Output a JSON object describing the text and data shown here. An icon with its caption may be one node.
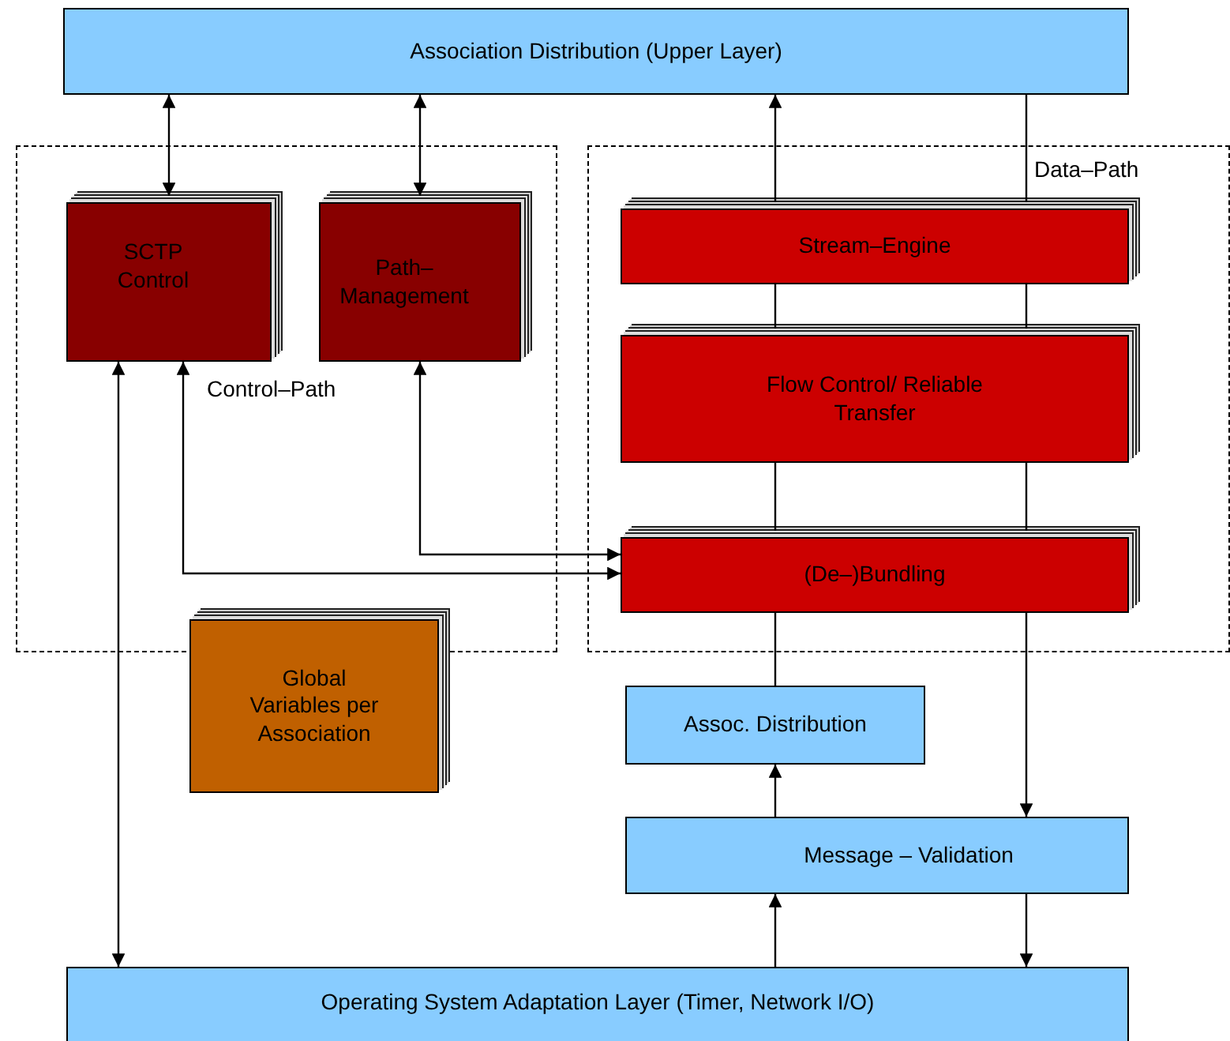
{
  "diagram": {
    "nodes": [
      {
        "text": [
          "Association Distribution (Upper Layer)"
        ]
      },
      {
        "text": [
          "Control–Path"
        ]
      },
      {
        "text": [
          "SCTP Control"
        ],
        "in": 1
      },
      {
        "text": [
          "Path– Management"
        ],
        "in": 1
      },
      {
        "text": [
          "Data–Path"
        ]
      },
      {
        "text": [
          "Stream–Engine"
        ],
        "in": 4
      },
      {
        "text": [
          "Flow Control/ Reliable Transfer"
        ],
        "in": 4
      },
      {
        "text": [
          "(De–)Bundling"
        ],
        "in": 4
      },
      {
        "text": [
          "Global Variables per Association"
        ]
      },
      {
        "text": [
          "Assoc. Distribution"
        ]
      },
      {
        "text": [
          "Message – Validation"
        ]
      },
      {
        "text": [
          "Operating System Adaptation Layer (Timer, Network I/O)"
        ]
      }
    ],
    "edges": [
      {
        "from": 0,
        "to": 2,
        "arrow": "both"
      },
      {
        "from": 0,
        "to": 3,
        "arrow": "both"
      },
      {
        "from": 5,
        "to": 0,
        "arrow": "to"
      },
      {
        "from": 0,
        "to": 5,
        "arrow": "none"
      },
      {
        "from": 6,
        "to": 5,
        "arrow": "none"
      },
      {
        "from": 5,
        "to": 6,
        "arrow": "none"
      },
      {
        "from": 7,
        "to": 6,
        "arrow": "none"
      },
      {
        "from": 6,
        "to": 7,
        "arrow": "none"
      },
      {
        "from": 9,
        "to": 7,
        "arrow": "none"
      },
      {
        "from": 7,
        "to": 10,
        "arrow": "to"
      },
      {
        "from": 10,
        "to": 9,
        "arrow": "to"
      },
      {
        "from": 11,
        "to": 10,
        "arrow": "to"
      },
      {
        "from": 10,
        "to": 11,
        "arrow": "to"
      },
      {
        "from": 11,
        "to": 2,
        "arrow": "both"
      },
      {
        "from": 2,
        "to": 7,
        "arrow": "both"
      },
      {
        "from": 3,
        "to": 7,
        "arrow": "both"
      }
    ]
  }
}
